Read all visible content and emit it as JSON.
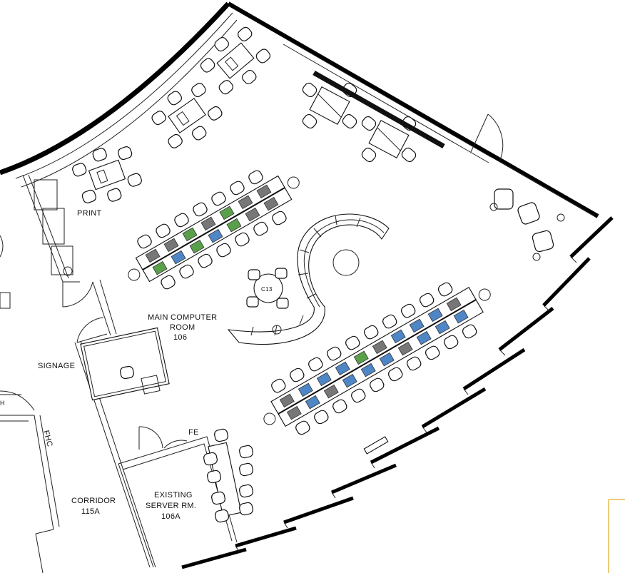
{
  "labels": {
    "print": "PRINT",
    "main_room_line1": "MAIN COMPUTER",
    "main_room_line2": "ROOM",
    "main_room_number": "106",
    "signage": "SIGNAGE",
    "fhc": "FHC",
    "fe": "FE",
    "corridor_line1": "CORRIDOR",
    "corridor_number": "115A",
    "server_line1": "EXISTING",
    "server_line2": "SERVER RM.",
    "server_number": "106A",
    "lounge_table": "C13",
    "corner_mark": "H"
  },
  "colors": {
    "wall": "#000000",
    "line": "#222222",
    "computer_gray": "#777777",
    "computer_green": "#5aa04a",
    "computer_blue": "#4f86c6",
    "accent_frame": "#e8b84a"
  },
  "icons": [
    "chair-icon",
    "desk-icon",
    "computer-icon",
    "door-swing-icon",
    "lounge-chair-icon"
  ]
}
